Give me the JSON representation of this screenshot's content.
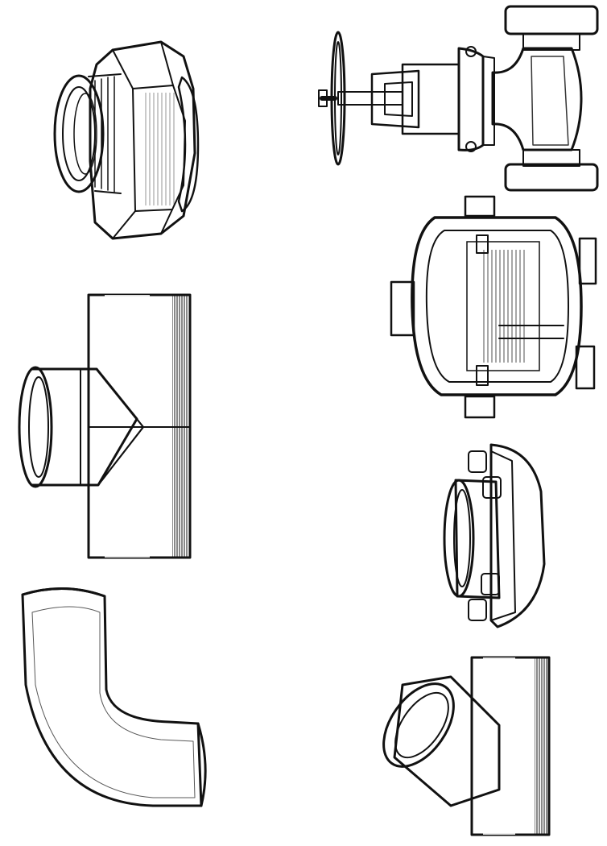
{
  "background_color": "#ffffff",
  "ink_color": "#111111",
  "parts": [
    {
      "name": "threaded-union-fitting",
      "icon": "union-fitting-icon"
    },
    {
      "name": "gate-valve",
      "icon": "valve-icon"
    },
    {
      "name": "cross-fitting-cutaway",
      "icon": "cross-fitting-icon"
    },
    {
      "name": "tee-fitting",
      "icon": "tee-fitting-icon"
    },
    {
      "name": "flange-adapter",
      "icon": "flange-icon"
    },
    {
      "name": "elbow-fitting",
      "icon": "elbow-icon"
    },
    {
      "name": "wye-45-fitting",
      "icon": "wye-fitting-icon"
    }
  ]
}
